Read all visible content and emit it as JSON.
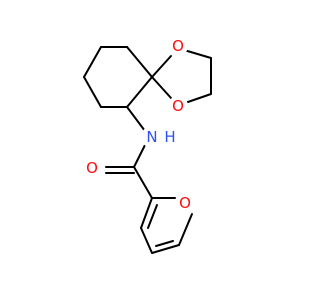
{
  "molecule": {
    "atoms": [
      {
        "id": "O1",
        "symbol": "O",
        "color": "#FF0D0D"
      },
      {
        "id": "O2",
        "symbol": "O",
        "color": "#FF0D0D"
      },
      {
        "id": "N1",
        "symbol": "N",
        "color": "#3050F8"
      },
      {
        "id": "H1",
        "symbol": "H",
        "color": "#3050F8"
      },
      {
        "id": "O3",
        "symbol": "O",
        "color": "#FF0D0D"
      },
      {
        "id": "O4",
        "symbol": "O",
        "color": "#FF0D0D"
      }
    ],
    "bond_color": "#000000"
  }
}
